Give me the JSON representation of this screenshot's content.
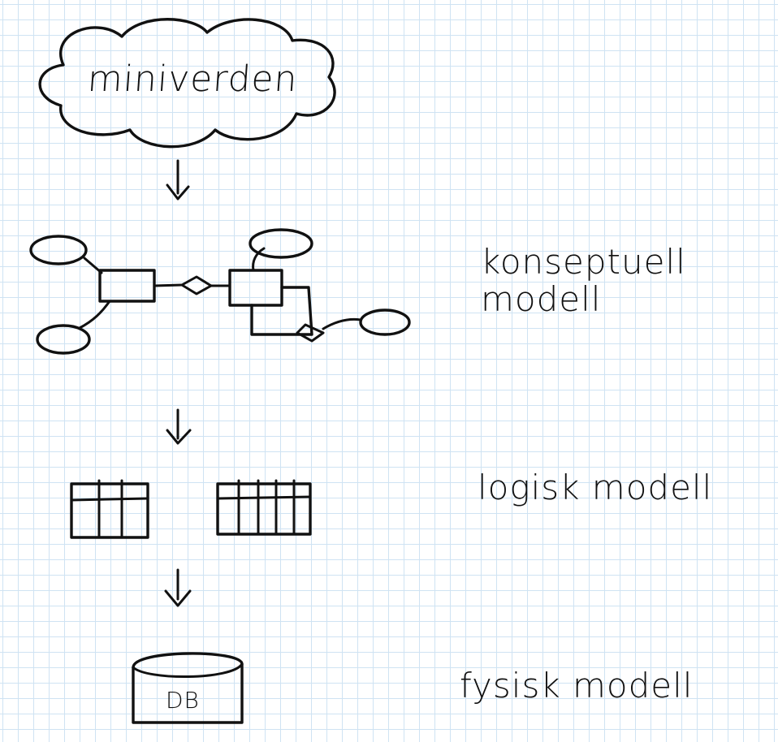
{
  "diagram": {
    "cloud_text": "miniverden",
    "levels": [
      {
        "id": "konseptuell",
        "label_line1": "konseptuell",
        "label_line2": "modell"
      },
      {
        "id": "logisk",
        "label": "logisk modell"
      },
      {
        "id": "fysisk",
        "label": "fysisk modell"
      }
    ],
    "db_text": "DB",
    "ink_color": "#111111",
    "grid_color": "#cfe3f3"
  }
}
